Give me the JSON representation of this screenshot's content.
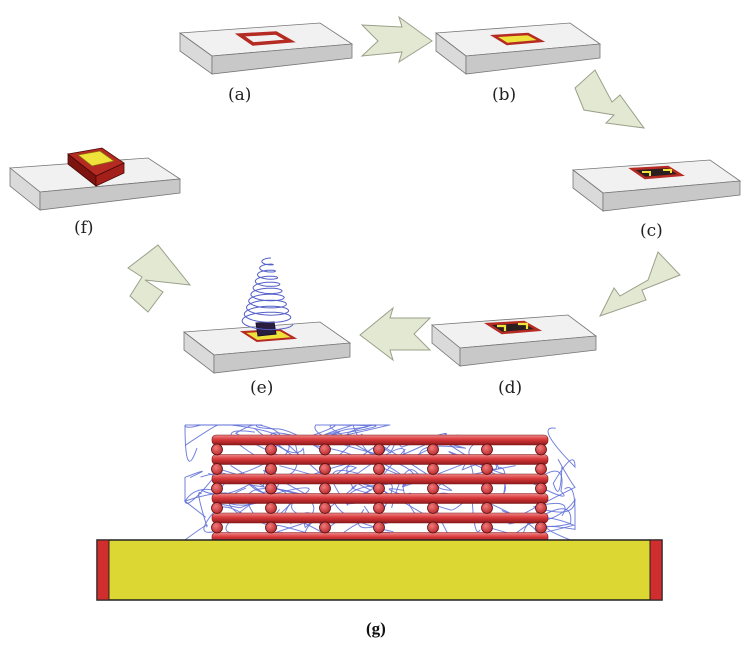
{
  "labels": {
    "a": "(a)",
    "b": "(b)",
    "c": "(c)",
    "d": "(d)",
    "e": "(e)",
    "f": "(f)",
    "g": "(g)"
  },
  "colors": {
    "plate_top": "#f1f1f1",
    "plate_side": "#c8c8c8",
    "plate_edge": "#777777",
    "frame_red": "#b52a22",
    "pad_yellow": "#efe23a",
    "arrow_fill": "#e3e8d3",
    "arrow_stroke": "#9aa08a",
    "coil_blue": "#5560c8",
    "rod_red": "#d8383a",
    "substrate_yellow": "#dcd733",
    "fiber_blue": "#5b6bd6"
  },
  "panel_g": {
    "rod_layers": 6,
    "node_columns": 7
  }
}
